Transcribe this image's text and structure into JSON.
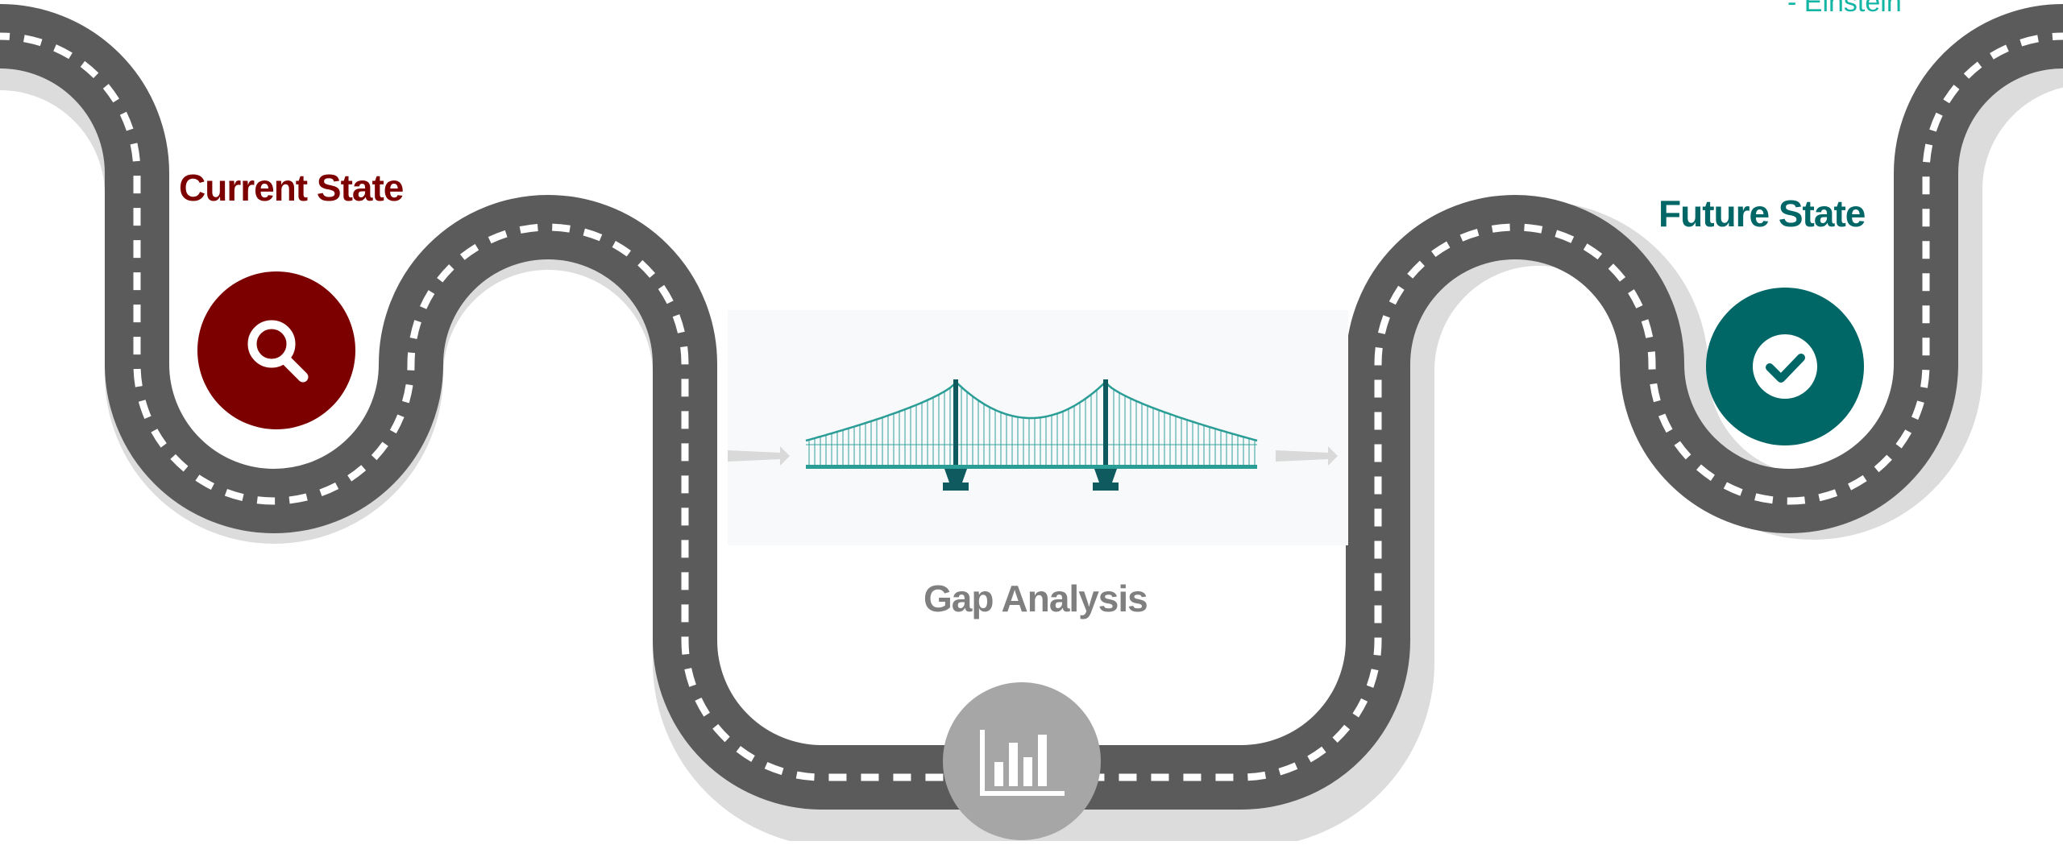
{
  "labels": {
    "current_state": "Current State",
    "future_state": "Future State",
    "gap_analysis": "Gap Analysis",
    "attribution": "- Einstein"
  },
  "colors": {
    "road": "#5b5b5b",
    "road_shadow": "#dcdcdc",
    "road_dash": "#ffffff",
    "current": "#7d0000",
    "future": "#006666",
    "gap": "#7f7f7f",
    "gap_circle": "#a6a6a6",
    "bridge": "#2a9d96",
    "bridge_dark": "#0e5a5f",
    "panel": "#f7f9fa",
    "attribution": "#13b5a5"
  },
  "icons": {
    "current": "magnifier-icon",
    "future": "checkmark-icon",
    "gap": "bar-chart-icon",
    "bridge": "bridge-icon"
  }
}
